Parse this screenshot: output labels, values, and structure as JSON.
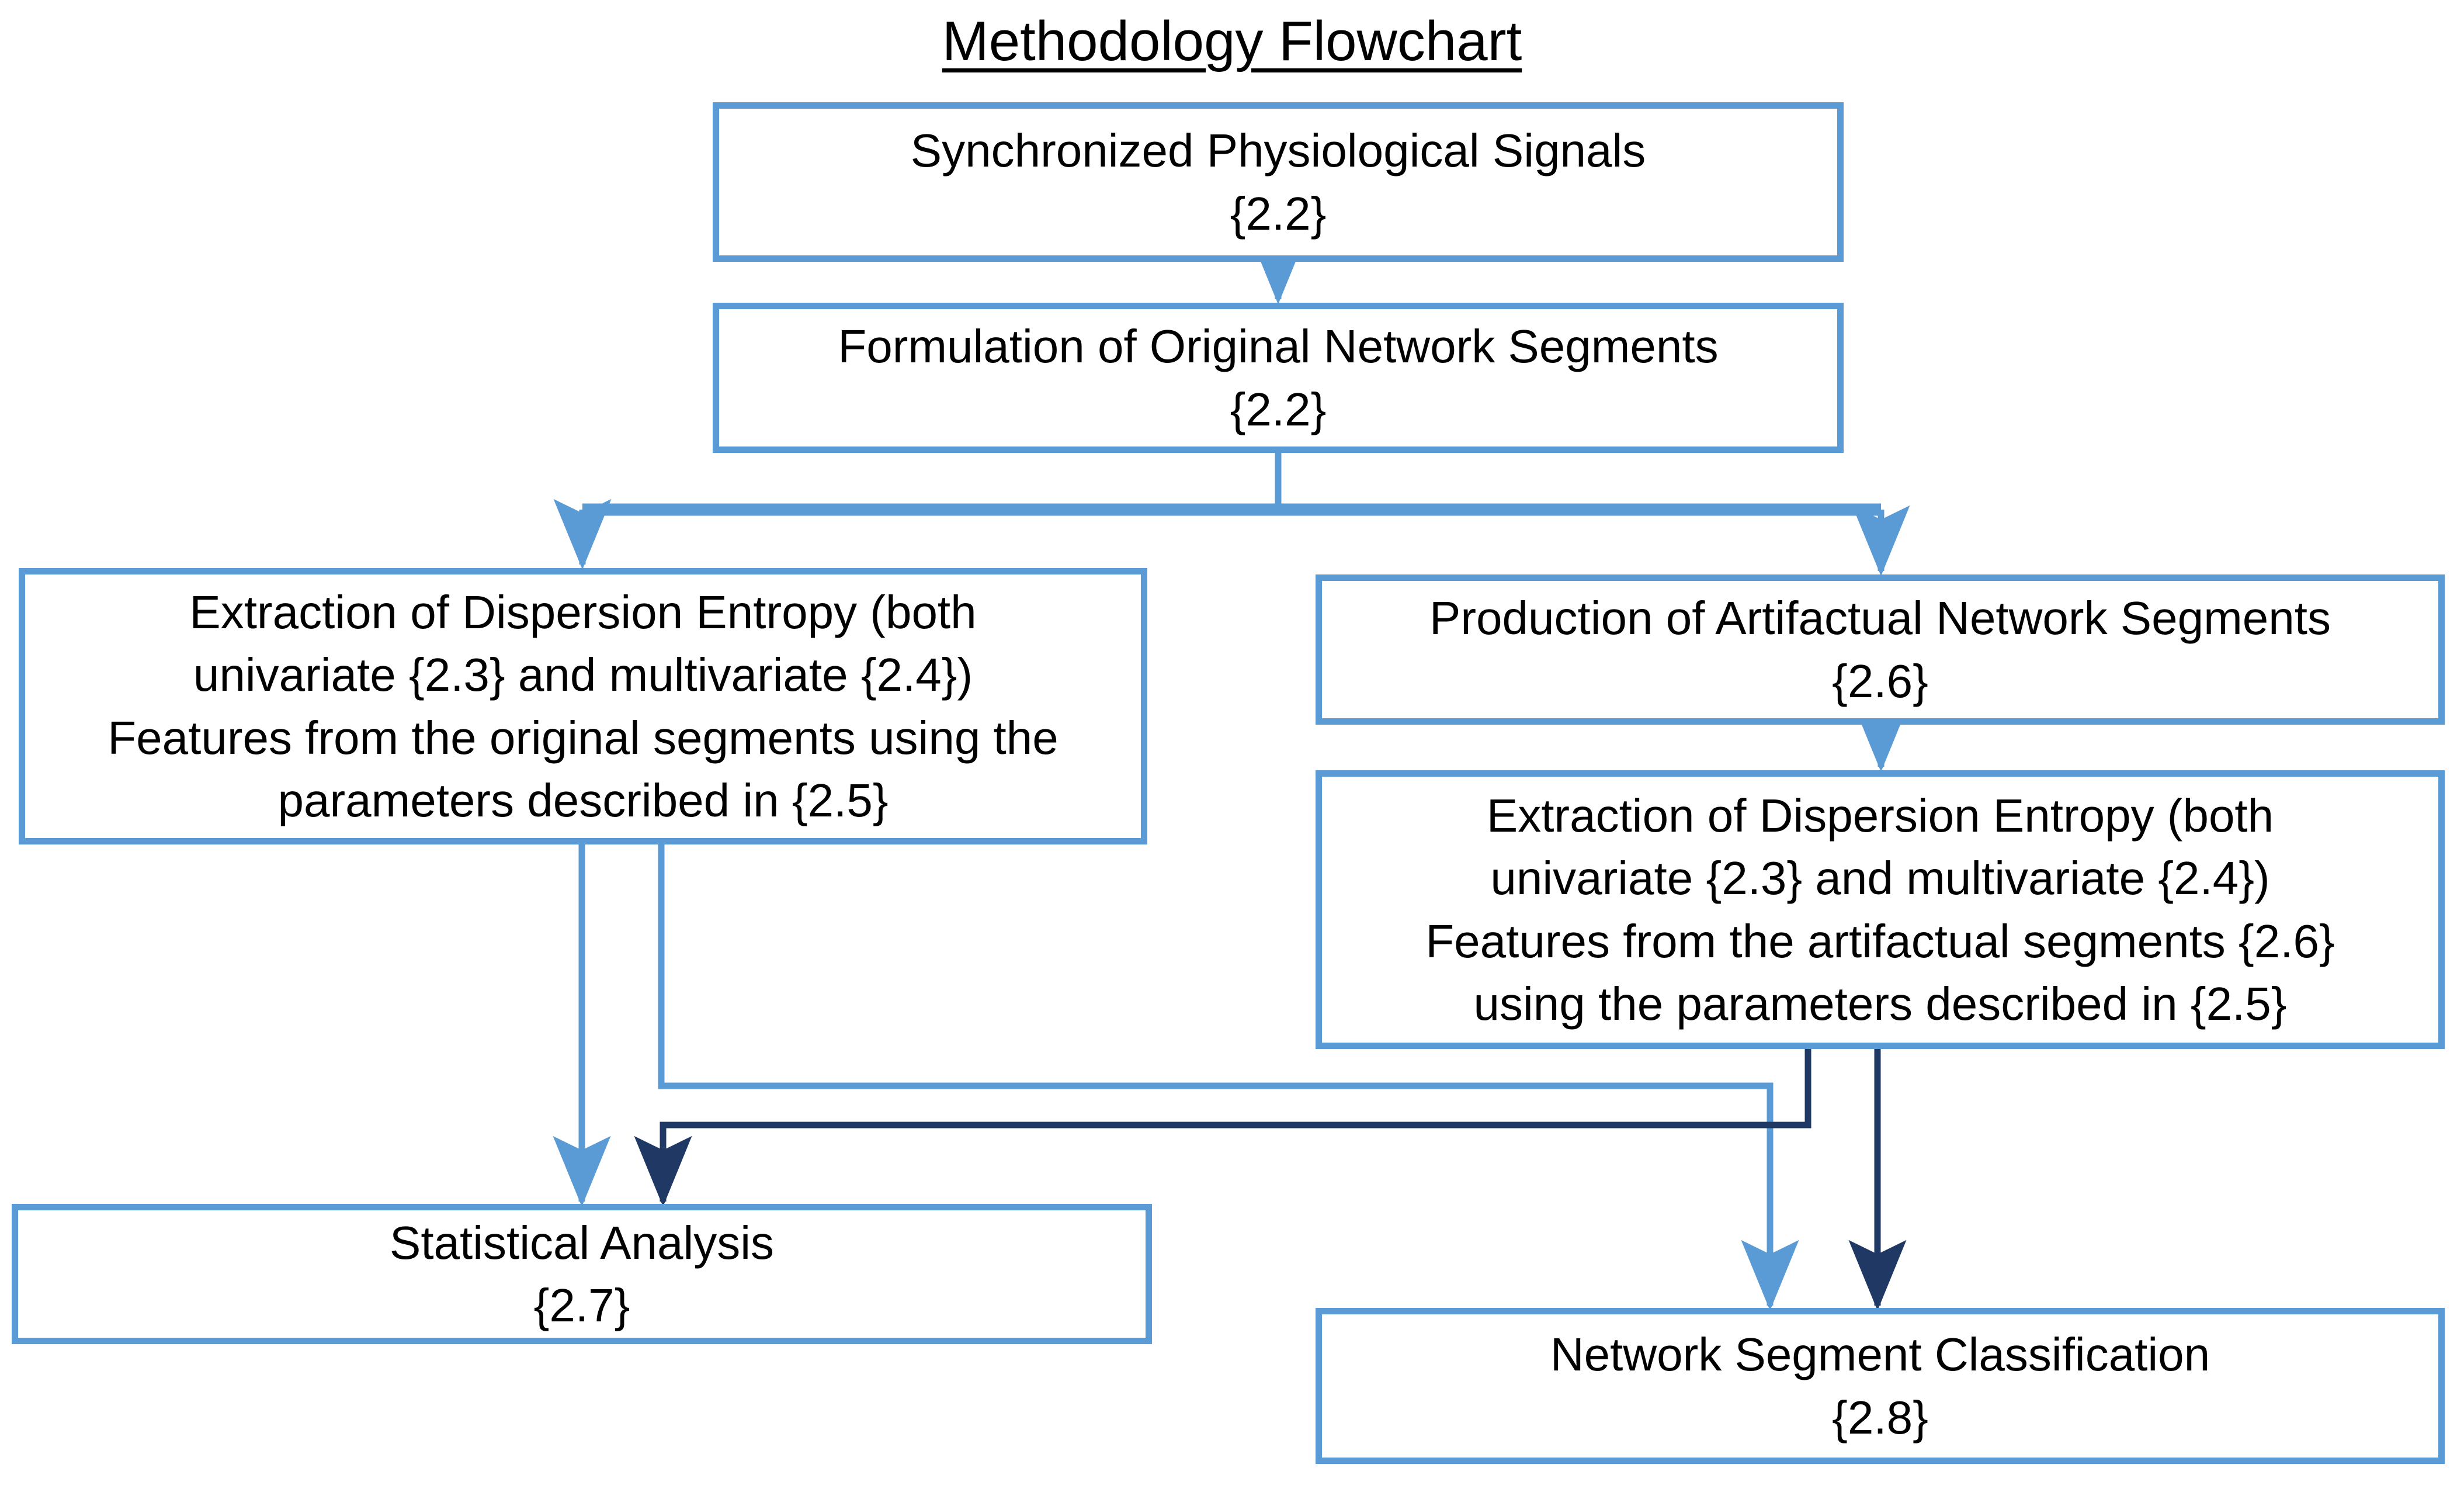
{
  "title": "Methodology Flowchart",
  "colors": {
    "box_border": "#5B9BD5",
    "connector_light": "#5B9BD5",
    "connector_dark": "#1F3864",
    "text": "#000000",
    "background": "#FFFFFF"
  },
  "nodes": [
    {
      "id": "synchronized-physiological-signals",
      "lines": [
        "Synchronized Physiological Signals",
        "{2.2}"
      ],
      "section": "{2.2}"
    },
    {
      "id": "formulation-of-original-network-segments",
      "lines": [
        "Formulation of Original Network Segments",
        "{2.2}"
      ],
      "section": "{2.2}"
    },
    {
      "id": "extraction-original-segments",
      "lines": [
        "Extraction of Dispersion Entropy (both",
        "univariate {2.3} and multivariate {2.4})",
        "Features from the original segments using the",
        "parameters described in {2.5}"
      ],
      "section": "{2.3} {2.4} {2.5}"
    },
    {
      "id": "production-of-artifactual-network-segments",
      "lines": [
        "Production of Artifactual Network Segments",
        "{2.6}"
      ],
      "section": "{2.6}"
    },
    {
      "id": "extraction-artifactual-segments",
      "lines": [
        "Extraction of Dispersion Entropy (both",
        "univariate {2.3} and multivariate {2.4})",
        "Features from the artifactual segments {2.6}",
        "using the parameters described in {2.5}"
      ],
      "section": "{2.3} {2.4} {2.6} {2.5}"
    },
    {
      "id": "statistical-analysis",
      "lines": [
        "Statistical Analysis",
        "{2.7}"
      ],
      "section": "{2.7}"
    },
    {
      "id": "network-segment-classification",
      "lines": [
        "Network Segment Classification",
        "{2.8}"
      ],
      "section": "{2.8}"
    }
  ],
  "edges": [
    {
      "id": "e1",
      "from": "synchronized-physiological-signals",
      "to": "formulation-of-original-network-segments",
      "color": "#5B9BD5"
    },
    {
      "id": "e2",
      "from": "formulation-of-original-network-segments",
      "to": "extraction-original-segments",
      "color": "#5B9BD5"
    },
    {
      "id": "e3",
      "from": "formulation-of-original-network-segments",
      "to": "production-of-artifactual-network-segments",
      "color": "#5B9BD5"
    },
    {
      "id": "e4",
      "from": "production-of-artifactual-network-segments",
      "to": "extraction-artifactual-segments",
      "color": "#5B9BD5"
    },
    {
      "id": "e5",
      "from": "extraction-original-segments",
      "to": "statistical-analysis",
      "color": "#5B9BD5"
    },
    {
      "id": "e6",
      "from": "extraction-original-segments",
      "to": "network-segment-classification",
      "color": "#5B9BD5"
    },
    {
      "id": "e7",
      "from": "extraction-artifactual-segments",
      "to": "statistical-analysis",
      "color": "#1F3864"
    },
    {
      "id": "e8",
      "from": "extraction-artifactual-segments",
      "to": "network-segment-classification",
      "color": "#1F3864"
    }
  ]
}
